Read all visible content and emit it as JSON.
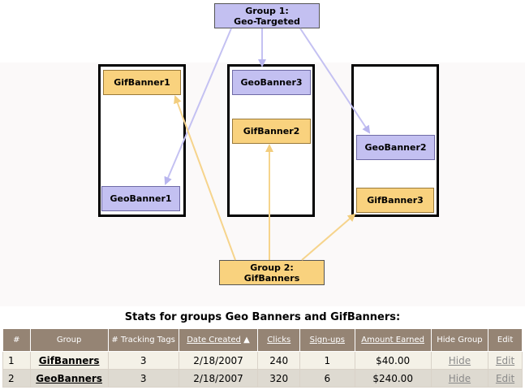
{
  "diagram": {
    "group1": {
      "line1": "Group 1:",
      "line2": "Geo-Targeted"
    },
    "group2": {
      "line1": "Group 2:",
      "line2": "GifBanners"
    },
    "col1": {
      "top": "GifBanner1",
      "bottom": "GeoBanner1"
    },
    "col2": {
      "top": "GeoBanner3",
      "middle": "GifBanner2"
    },
    "col3": {
      "middle": "GeoBanner2",
      "bottom": "GifBanner3"
    },
    "colors": {
      "gif": "#f9d27e",
      "geo": "#c3c0f1",
      "gif_arrow": "#f6d48c",
      "geo_arrow": "#c4c1f2"
    }
  },
  "stats": {
    "title": "Stats for groups Geo Banners and GifBanners:",
    "headers": {
      "num": "#",
      "group": "Group",
      "tracking": "# Tracking Tags",
      "date": "Date Created",
      "clicks": "Clicks",
      "signups": "Sign-ups",
      "amount": "Amount Earned",
      "hide": "Hide Group",
      "edit": "Edit"
    },
    "sort_indicator": "▲",
    "rows": [
      {
        "num": "1",
        "group": "GifBanners",
        "tags": "3",
        "date": "2/18/2007",
        "clicks": "240",
        "signups": "1",
        "amount": "$40.00",
        "hide": "Hide",
        "edit": "Edit"
      },
      {
        "num": "2",
        "group": "GeoBanners",
        "tags": "3",
        "date": "2/18/2007",
        "clicks": "320",
        "signups": "6",
        "amount": "$240.00",
        "hide": "Hide",
        "edit": "Edit"
      }
    ],
    "colors": {
      "header_bg": "#958474",
      "row1_bg": "#f4f1e7",
      "row2_bg": "#dedad1"
    }
  }
}
